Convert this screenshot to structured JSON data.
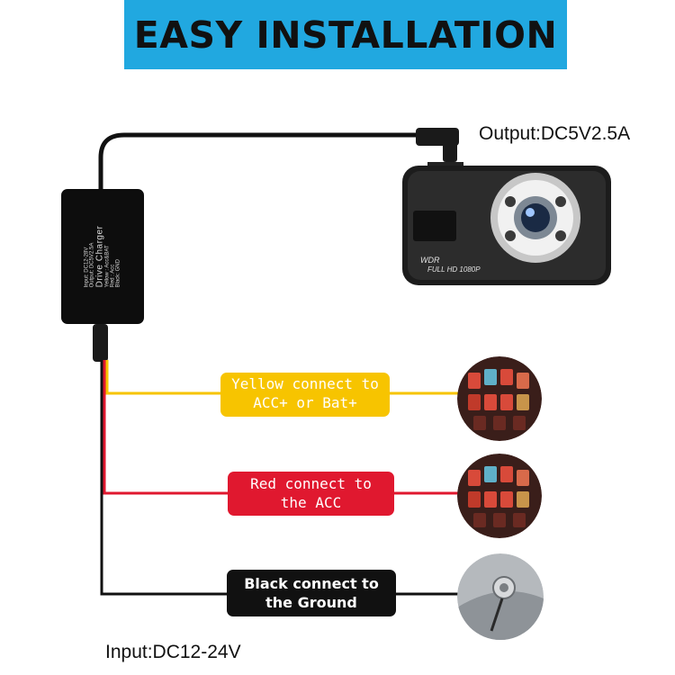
{
  "banner": {
    "title": "EASY INSTALLATION"
  },
  "labels": {
    "output": "Output:DC5V2.5A",
    "input": "Input:DC12-24V"
  },
  "charger": {
    "title": "Drive Charger",
    "spec_input": "Input: DC12-28V",
    "spec_output": "Output: DC5V2.5A",
    "wire_yellow": "Yellow : Acc&BAT",
    "wire_red": "Red : Acc",
    "wire_black": "Black: GND"
  },
  "camera": {
    "badge_wdr": "WDR",
    "badge_hd": "FULL HD 1080P"
  },
  "connections": [
    {
      "line1": "Yellow connect to",
      "line2": "ACC+ or Bat+",
      "color": "#f7c400"
    },
    {
      "line1": "Red connect to",
      "line2": "the ACC",
      "color": "#e0182f"
    },
    {
      "line1": "Black connect to",
      "line2": "the Ground",
      "color": "#111111"
    }
  ],
  "colors": {
    "banner": "#21a8e0",
    "wire_yellow": "#f7c400",
    "wire_red": "#e0182f",
    "wire_black": "#111111"
  }
}
